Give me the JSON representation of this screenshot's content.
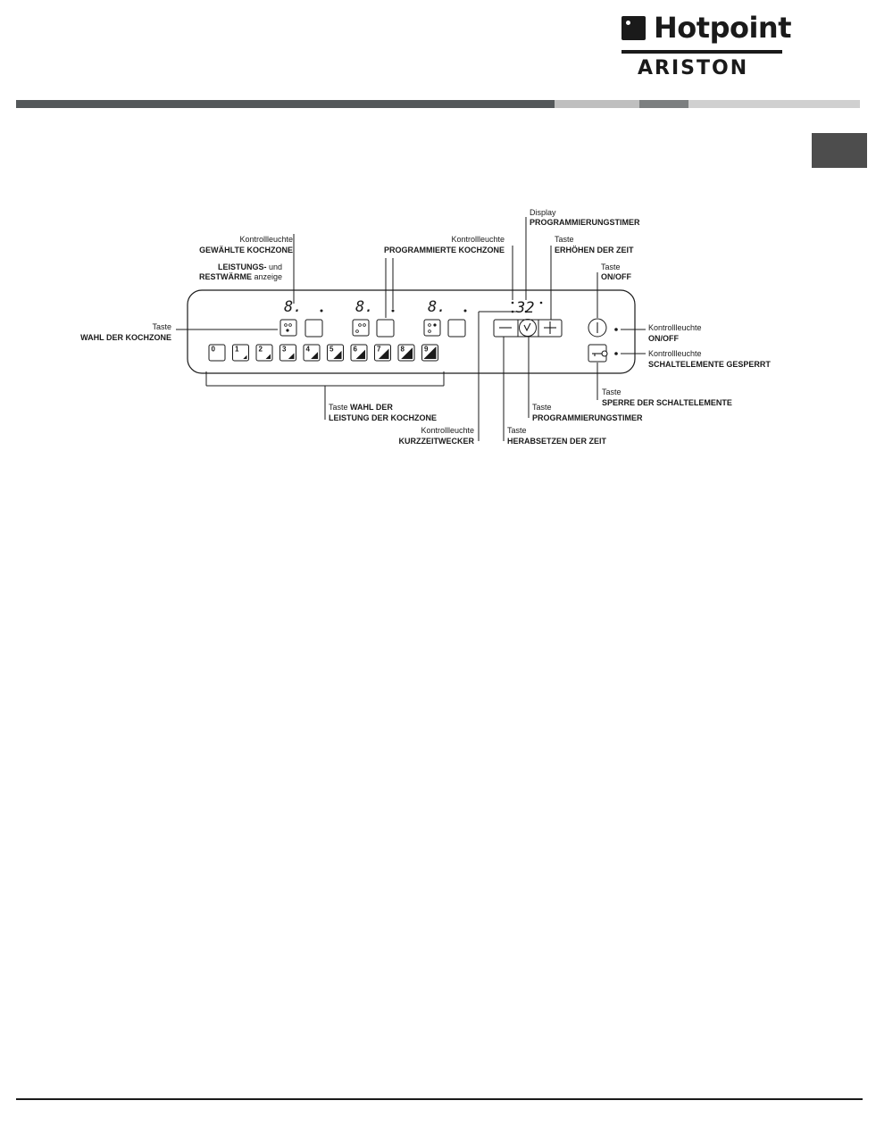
{
  "brand": {
    "top": "Hotpoint",
    "bottom": "ARISTON"
  },
  "colors": {
    "bar_dark": "#54585a",
    "bar_light": "#bfbfbf",
    "bar_mid": "#7c7f80",
    "bar_pale": "#d0d0d0",
    "tab": "#4d4d4d"
  },
  "labels": {
    "gew_1": "Kontrollleuchte",
    "gew_2": "GEWÄHLTE KOCHZONE",
    "leist_1a": "LEISTUNGS-",
    "leist_1b": " und",
    "leist_2a": "RESTWÄRME",
    "leist_2b": " anzeige",
    "prog_1": "Kontrollleuchte",
    "prog_2": "PROGRAMMIERTE KOCHZONE",
    "disp_1": "Display",
    "disp_2": "PROGRAMMIERUNGSTIMER",
    "erh_1": "Taste",
    "erh_2": "ERHÖHEN DER ZEIT",
    "onoff_1": "Taste",
    "onoff_2": "ON/OFF",
    "wahl_1": "Taste",
    "wahl_2": "WAHL DER KOCHZONE",
    "kl_on_1": "Kontrollleuchte",
    "kl_on_2": "ON/OFF",
    "kl_sp_1": "Kontrollleuchte",
    "kl_sp_2": "SCHALTELEMENTE GESPERRT",
    "sperre_1": "Taste",
    "sperre_2": "SPERRE DER SCHALTELEMENTE",
    "leistung_1a": "Taste ",
    "leistung_1b": "WAHL DER",
    "leistung_2": "LEISTUNG DER KOCHZONE",
    "progt_1": "Taste",
    "progt_2": "PROGRAMMIERUNGSTIMER",
    "kurz_1": "Kontrollleuchte",
    "kurz_2": "KURZZEITWECKER",
    "herab_1": "Taste",
    "herab_2": "HERABSETZEN DER ZEIT"
  },
  "panel": {
    "zone_displays": [
      "8.",
      "8.",
      "8."
    ],
    "timer_display": "32",
    "power_levels": [
      "0",
      "1",
      "2",
      "3",
      "4",
      "5",
      "6",
      "7",
      "8",
      "9"
    ],
    "minus": "−",
    "plus": "+"
  }
}
